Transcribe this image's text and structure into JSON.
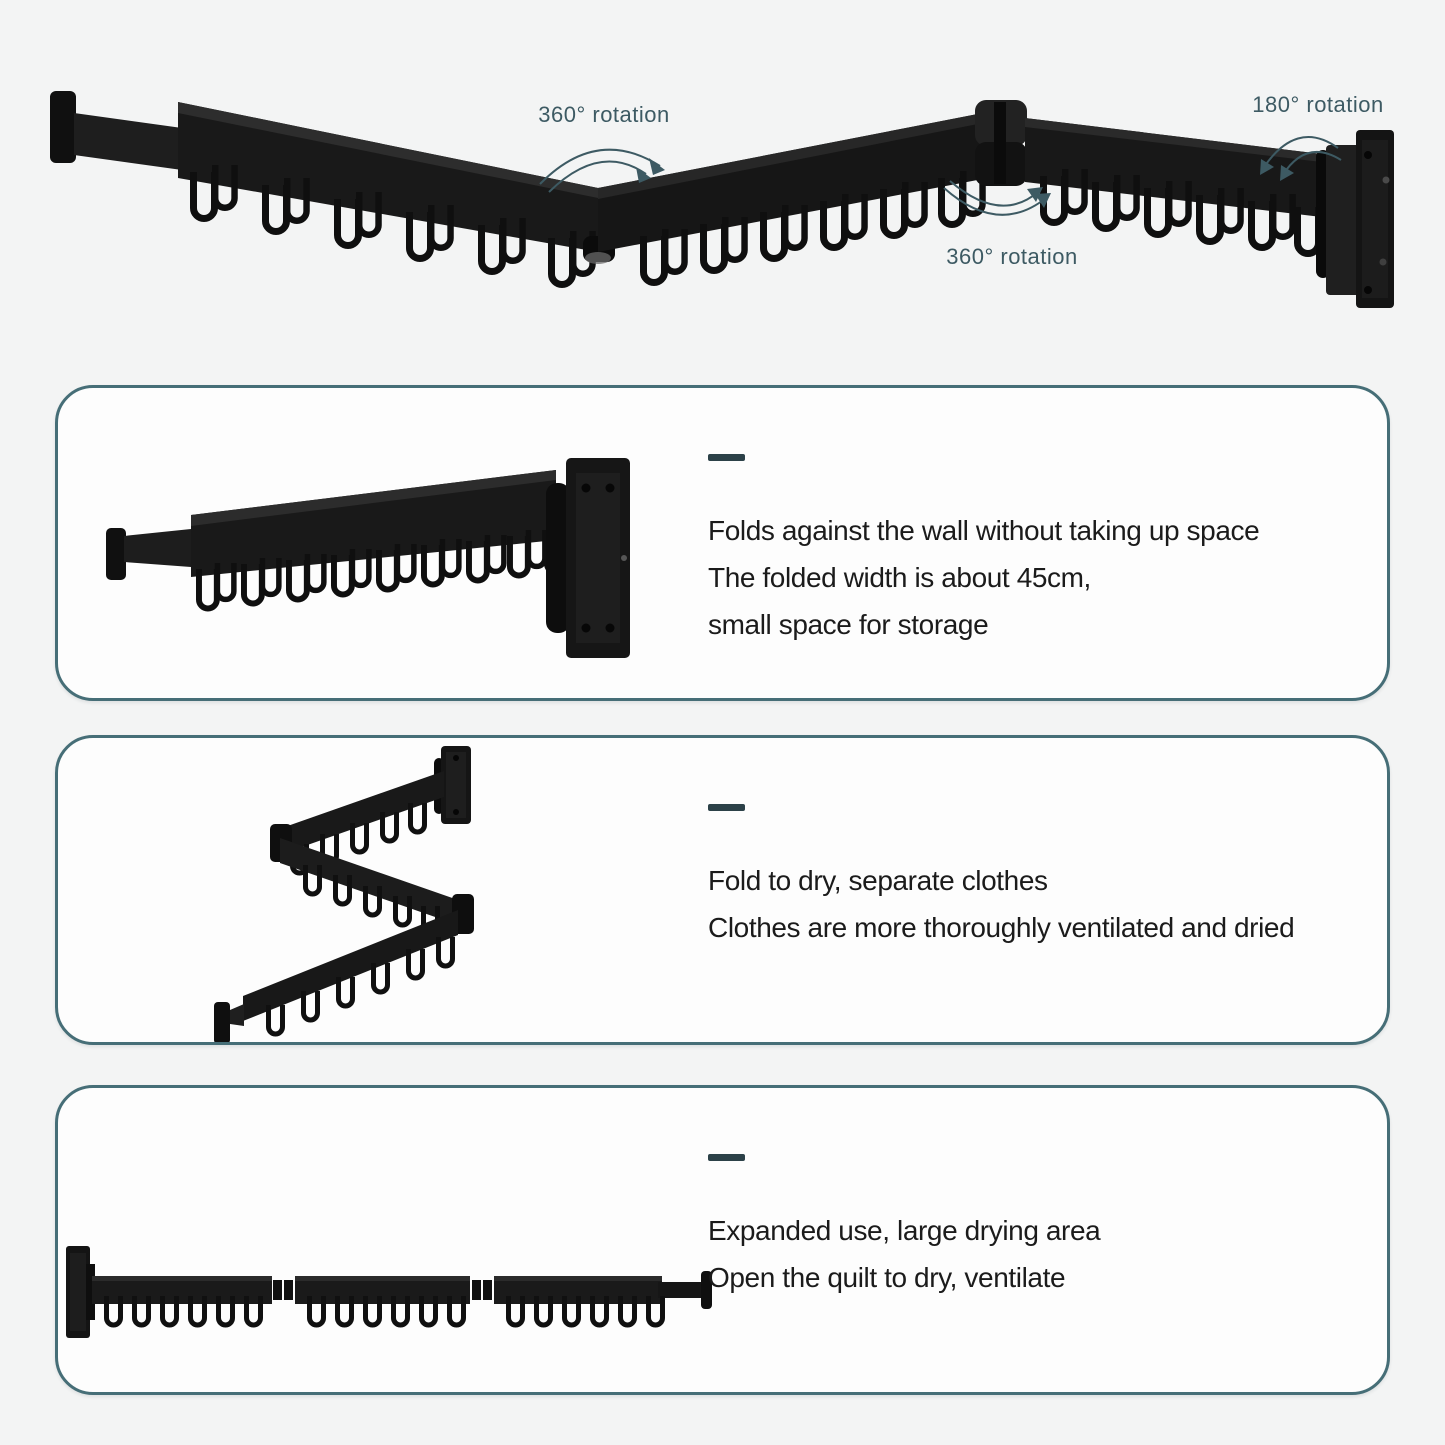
{
  "colors": {
    "background": "#f3f4f4",
    "panel_background": "#fdfdfd",
    "panel_border": "#466e77",
    "annotation": "#3d5a63",
    "section_dash": "#2c4148",
    "body_text": "#1b1b1b",
    "product_black": "#171717"
  },
  "hero": {
    "annotation_left": "360° rotation",
    "annotation_center": "360° rotation",
    "annotation_right": "180° rotation"
  },
  "panels": [
    {
      "image": "folded-rack",
      "lines": [
        "Folds against the wall without taking up space",
        "The folded width is about 45cm,",
        "small space for storage"
      ]
    },
    {
      "image": "zigzag-folded-rack",
      "lines": [
        "Fold to dry, separate clothes",
        "Clothes are more thoroughly ventilated and dried"
      ]
    },
    {
      "image": "extended-rack",
      "lines": [
        "Expanded use, large drying area",
        "Open the quilt to dry, ventilate"
      ]
    }
  ]
}
